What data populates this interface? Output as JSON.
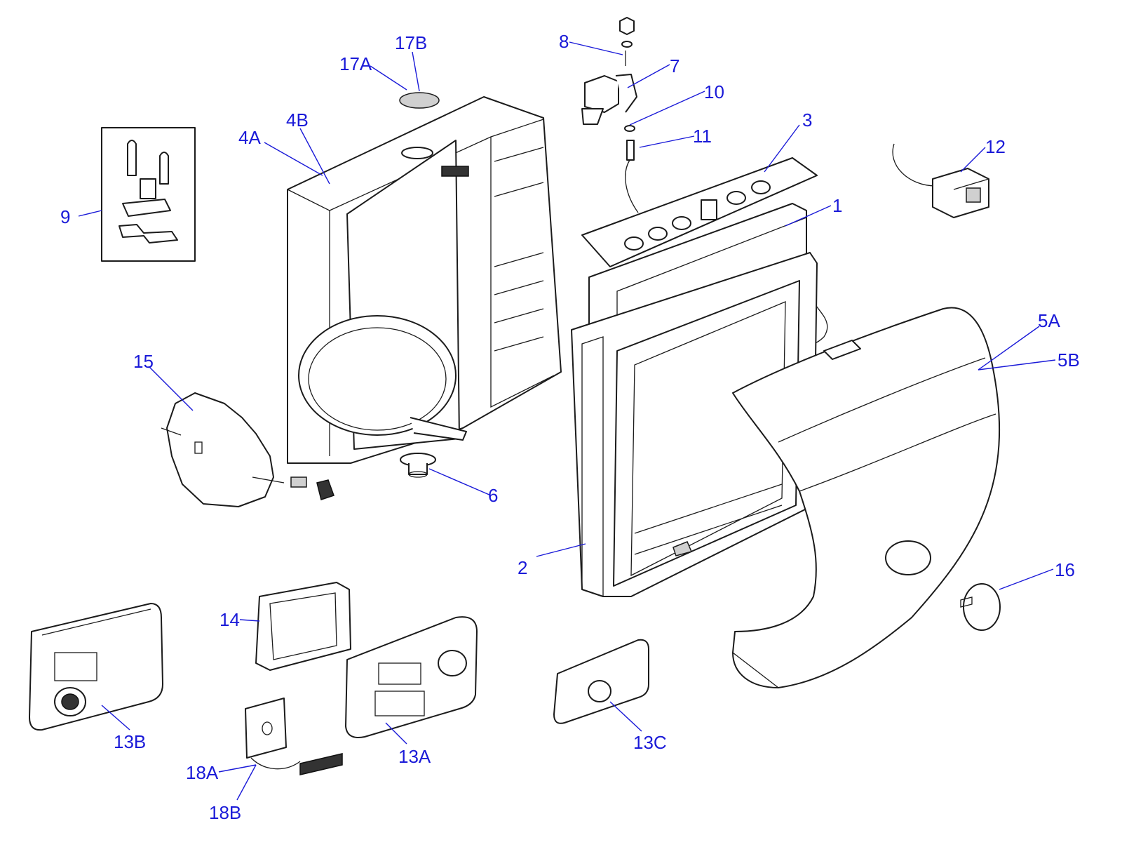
{
  "callouts": {
    "c1": "1",
    "c2": "2",
    "c3": "3",
    "c4a": "4A",
    "c4b": "4B",
    "c5a": "5A",
    "c5b": "5B",
    "c6": "6",
    "c7": "7",
    "c8": "8",
    "c9": "9",
    "c10": "10",
    "c11": "11",
    "c12": "12",
    "c13a": "13A",
    "c13b": "13B",
    "c13c": "13C",
    "c14": "14",
    "c15": "15",
    "c16": "16",
    "c17a": "17A",
    "c17b": "17B",
    "c18a": "18A",
    "c18b": "18B"
  },
  "colors": {
    "callout": "#1a1ad8",
    "line_art": "#1b1b1b",
    "background": "#ffffff"
  }
}
